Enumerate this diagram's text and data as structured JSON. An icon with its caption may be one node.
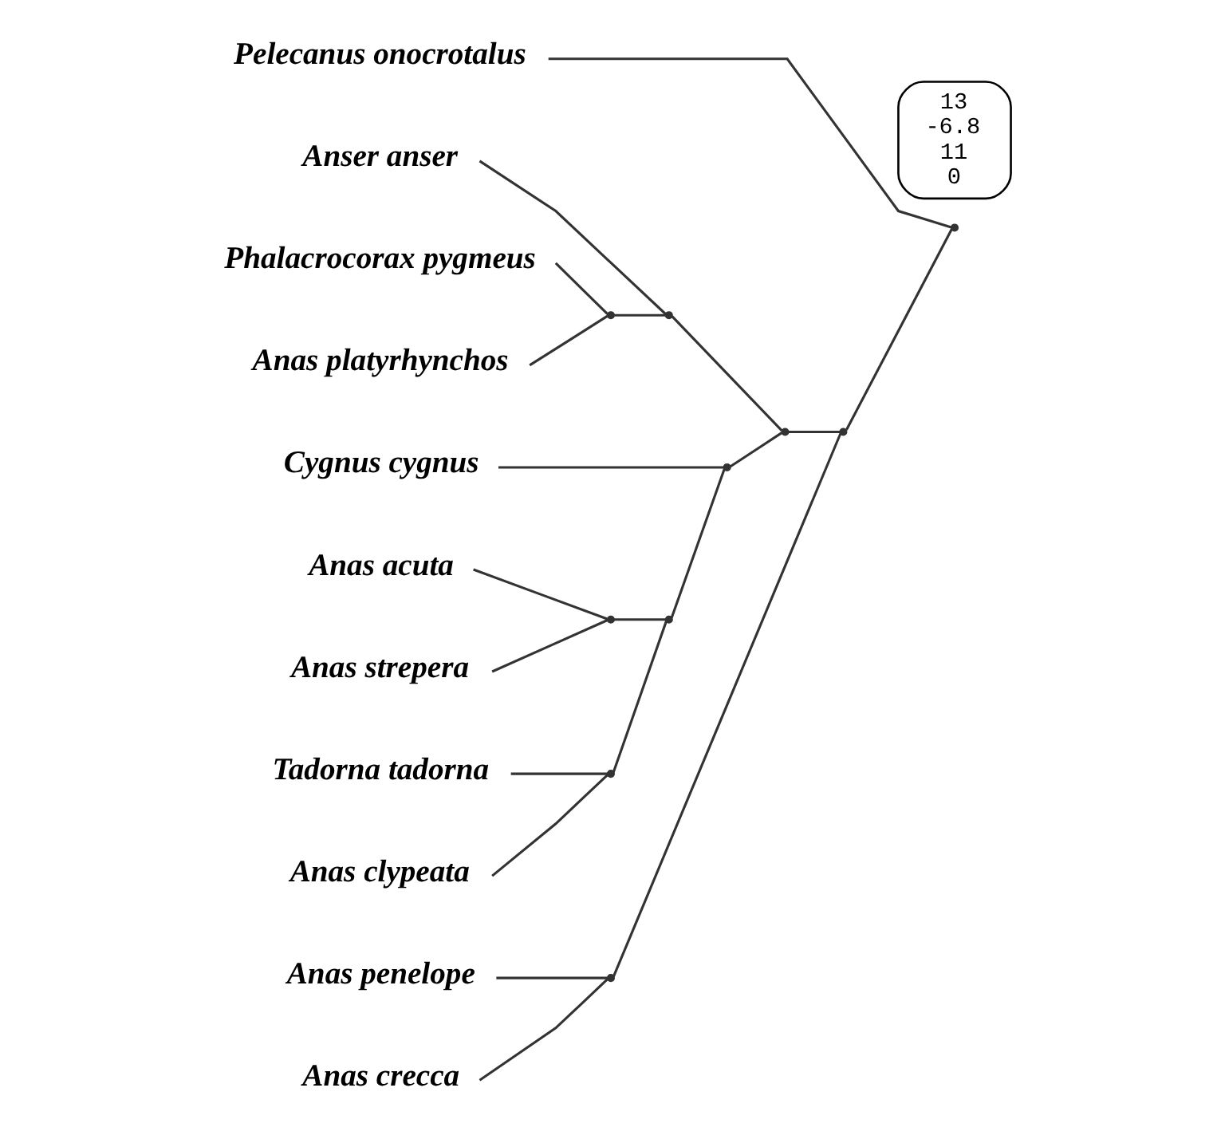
{
  "diagram": {
    "nodes": [
      {
        "text": [
          "Pelecanus onocrotalus"
        ]
      },
      {
        "text": [
          "Anser anser"
        ]
      },
      {
        "text": [
          "Phalacrocorax pygmeus"
        ]
      },
      {
        "text": [
          "Anas platyrhynchos"
        ]
      },
      {
        "text": [
          "Cygnus cygnus"
        ]
      },
      {
        "text": [
          "Anas acuta"
        ]
      },
      {
        "text": [
          "Anas strepera"
        ]
      },
      {
        "text": [
          "Tadorna tadorna"
        ]
      },
      {
        "text": [
          "Anas clypeata"
        ]
      },
      {
        "text": [
          "Anas penelope"
        ]
      },
      {
        "text": [
          "Anas crecca"
        ]
      },
      {
        "text": [],
        "shape": "point"
      },
      {
        "text": [],
        "shape": "point"
      },
      {
        "text": [],
        "shape": "point"
      },
      {
        "text": [],
        "shape": "point"
      },
      {
        "text": [],
        "shape": "point"
      },
      {
        "text": [],
        "shape": "point"
      },
      {
        "text": [],
        "shape": "point"
      },
      {
        "text": [],
        "shape": "point"
      },
      {
        "text": [],
        "shape": "point"
      },
      {
        "text": [],
        "shape": "point"
      },
      {
        "text": [
          "13",
          "-6.8",
          "11",
          "0"
        ]
      }
    ],
    "edges": [
      {
        "from": 20,
        "to": 0,
        "arrow": "none"
      },
      {
        "from": 20,
        "to": 19,
        "arrow": "none"
      },
      {
        "from": 19,
        "to": 17,
        "arrow": "none"
      },
      {
        "from": 19,
        "to": 18,
        "arrow": "none"
      },
      {
        "from": 17,
        "to": 12,
        "arrow": "none"
      },
      {
        "from": 17,
        "to": 16,
        "arrow": "none"
      },
      {
        "from": 12,
        "to": 1,
        "arrow": "none"
      },
      {
        "from": 12,
        "to": 11,
        "arrow": "none"
      },
      {
        "from": 11,
        "to": 2,
        "arrow": "none"
      },
      {
        "from": 11,
        "to": 3,
        "arrow": "none"
      },
      {
        "from": 16,
        "to": 4,
        "arrow": "none"
      },
      {
        "from": 16,
        "to": 15,
        "arrow": "none"
      },
      {
        "from": 15,
        "to": 13,
        "arrow": "none"
      },
      {
        "from": 15,
        "to": 14,
        "arrow": "none"
      },
      {
        "from": 13,
        "to": 5,
        "arrow": "none"
      },
      {
        "from": 13,
        "to": 6,
        "arrow": "none"
      },
      {
        "from": 14,
        "to": 7,
        "arrow": "none"
      },
      {
        "from": 14,
        "to": 8,
        "arrow": "none"
      },
      {
        "from": 18,
        "to": 9,
        "arrow": "none"
      },
      {
        "from": 18,
        "to": 10,
        "arrow": "none"
      }
    ]
  }
}
